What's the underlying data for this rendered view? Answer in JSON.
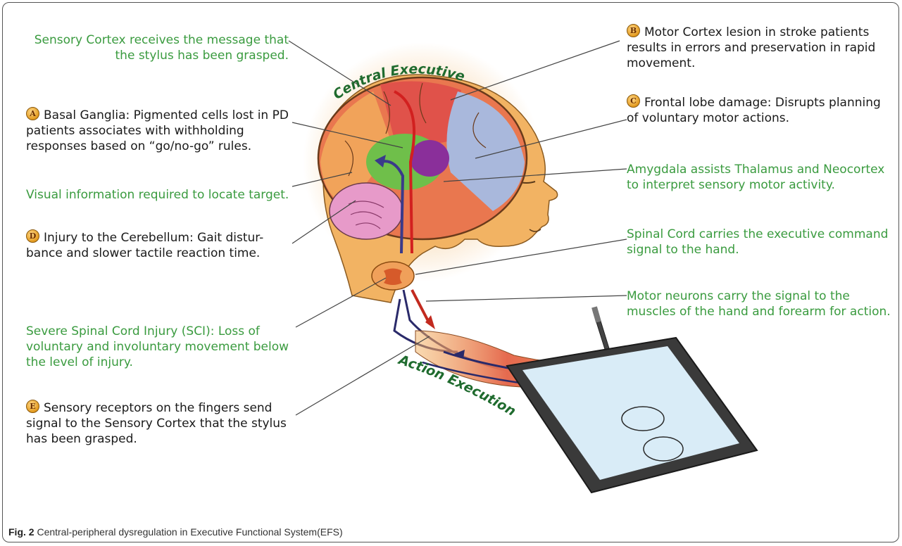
{
  "labels": {
    "sensory_cortex": "Sensory Cortex receives the message that the stylus has been grasped.",
    "basal_ganglia": "Basal Ganglia: Pigmented cells lost in PD patients associates with withholding responses based on “go/no-go” rules.",
    "visual_info": "Visual information required to locate target.",
    "cerebellum": "Injury to the Cerebellum: Gait distur-bance and slower tactile reaction time.",
    "sci": "Severe Spinal Cord Injury (SCI): Loss of voluntary and involuntary movement below the level of injury.",
    "sensory_receptors": "Sensory receptors on the fingers send signal to the Sensory Cortex that the stylus has been grasped.",
    "motor_cortex": "Motor Cortex lesion in stroke patients results in errors and preservation in rapid movement.",
    "frontal_lobe": "Frontal lobe damage: Disrupts planning of voluntary motor actions.",
    "amygdala": "Amygdala assists Thalamus and Neocortex to interpret sensory motor activity.",
    "spinal_cord": "Spinal Cord carries the executive command signal to the hand.",
    "motor_neurons": "Motor neurons carry the signal to the muscles of the hand and forearm for action."
  },
  "badges": {
    "a": "A",
    "b": "B",
    "c": "C",
    "d": "D",
    "e": "E"
  },
  "arc_labels": {
    "central": "Central Executive",
    "action": "Action Execution"
  },
  "caption": {
    "fig": "Fig. 2",
    "text": " Central-peripheral dysregulation in Executive Functional System(EFS)"
  },
  "colors": {
    "green_text": "#3a9b3f",
    "dark_green": "#1f6b2e",
    "badge": "#e39a1e",
    "skin": "#f2b363",
    "tablet": "#3a3a3a",
    "screen": "#d9ecf7"
  },
  "icons": [
    "brain-illustration",
    "spinal-cord-cross-section-icon",
    "arm-with-stylus-illustration",
    "tablet-icon"
  ]
}
